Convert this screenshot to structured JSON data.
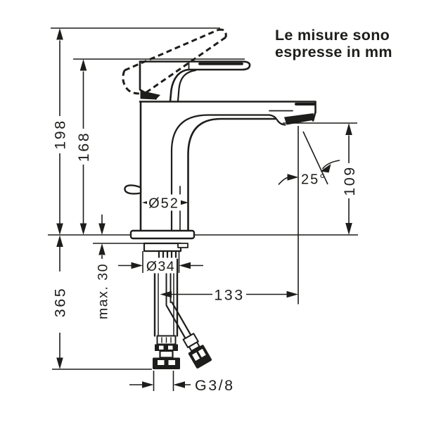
{
  "note": {
    "line1": "Le misure sono",
    "line2": "espresse in mm"
  },
  "dimensions": {
    "overall_height": "198",
    "height_to_spout_top": "168",
    "below_deck_length": "365",
    "max_deck_thickness": "max. 30",
    "body_diameter": "Ø52",
    "mounting_hole_diameter": "Ø34",
    "spout_reach": "133",
    "outlet_height": "109",
    "stream_angle": "25°",
    "connection_thread": "G3/8"
  },
  "colors": {
    "ink": "#1d1d1b",
    "background": "#ffffff"
  }
}
